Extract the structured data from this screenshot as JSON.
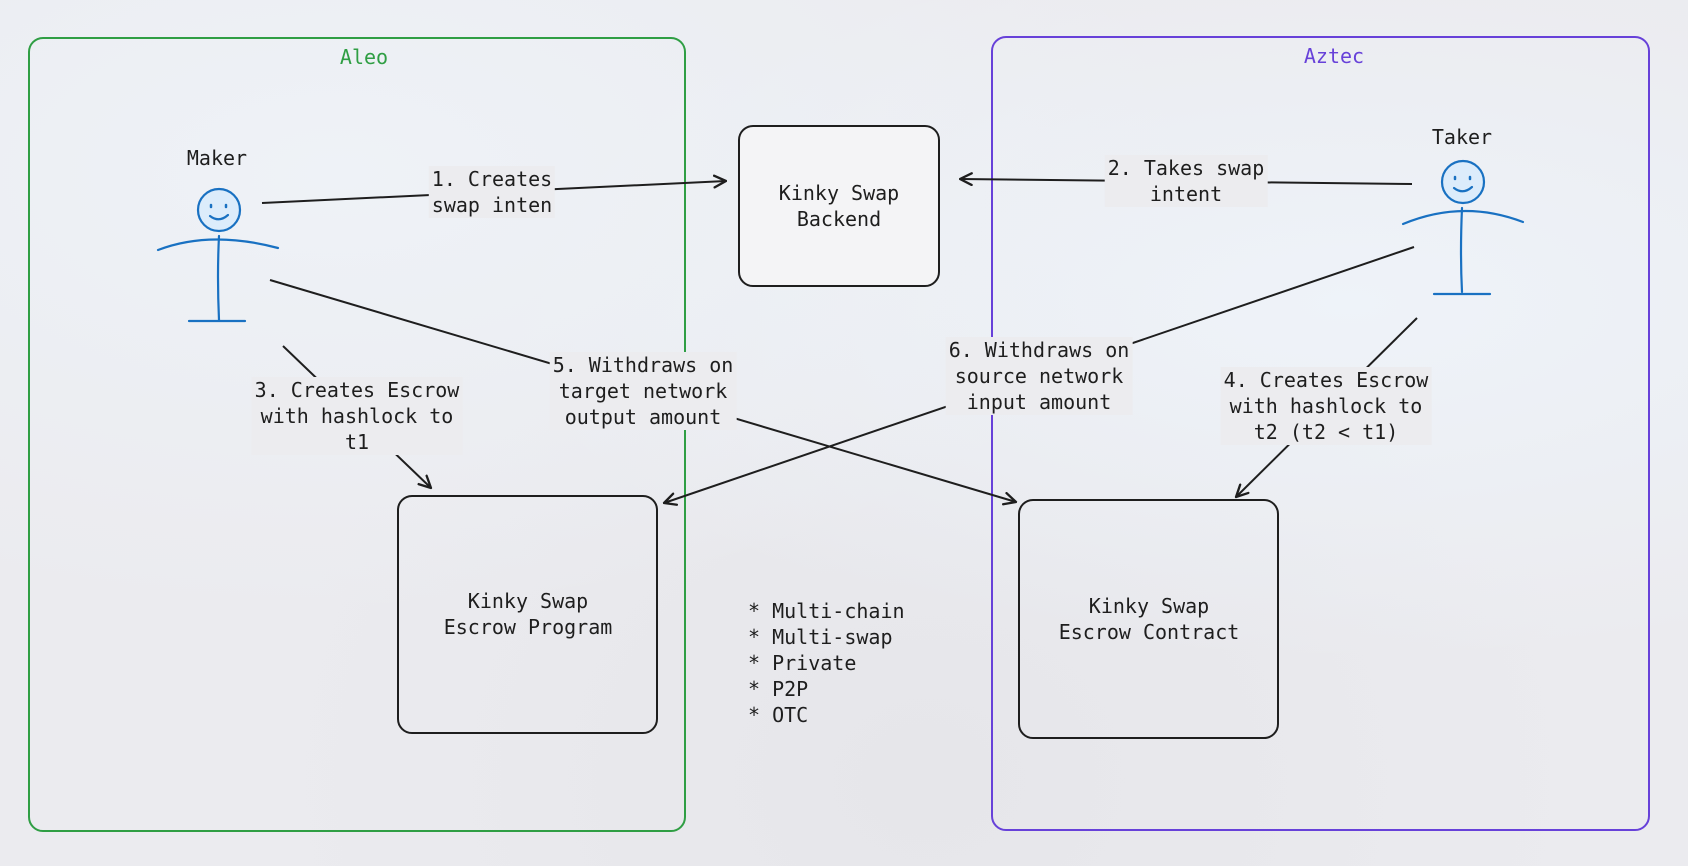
{
  "groups": {
    "aleo": {
      "label": "Aleo",
      "color": "#2f9e44"
    },
    "aztec": {
      "label": "Aztec",
      "color": "#6741d9"
    }
  },
  "actors": {
    "maker": {
      "label": "Maker"
    },
    "taker": {
      "label": "Taker"
    }
  },
  "boxes": {
    "backend": "Kinky Swap\nBackend",
    "escrow_program": "Kinky Swap\nEscrow Program",
    "escrow_contract": "Kinky Swap\nEscrow Contract"
  },
  "edges": {
    "step1": "1. Creates\nswap inten",
    "step2": "2. Takes swap\nintent",
    "step3": "3. Creates Escrow\nwith hashlock to\nt1",
    "step4": "4. Creates Escrow\nwith hashlock to\nt2 (t2 < t1)",
    "step5": "5. Withdraws on\ntarget network\noutput amount",
    "step6": "6. Withdraws on\nsource network\ninput amount"
  },
  "notes": "* Multi-chain\n* Multi-swap\n* Private\n* P2P\n* OTC",
  "colors": {
    "stroke": "#1e1e1e",
    "actor": "#1971c2",
    "actor_fill": "#a5d8ff"
  }
}
